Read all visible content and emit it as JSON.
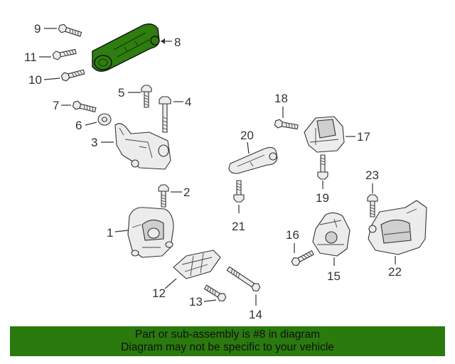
{
  "callouts": {
    "c1": "1",
    "c2": "2",
    "c3": "3",
    "c4": "4",
    "c5": "5",
    "c6": "6",
    "c7": "7",
    "c8": "8",
    "c9": "9",
    "c10": "10",
    "c11": "11",
    "c12": "12",
    "c13": "13",
    "c14": "14",
    "c15": "15",
    "c16": "16",
    "c17": "17",
    "c18": "18",
    "c19": "19",
    "c20": "20",
    "c21": "21",
    "c22": "22",
    "c23": "23"
  },
  "highlight_color": "#2e7d0f",
  "banner": {
    "line1": "Part or sub-assembly is #8 in diagram",
    "line2": "Diagram may not be specific to your vehicle",
    "background": "#2a7a0e"
  }
}
